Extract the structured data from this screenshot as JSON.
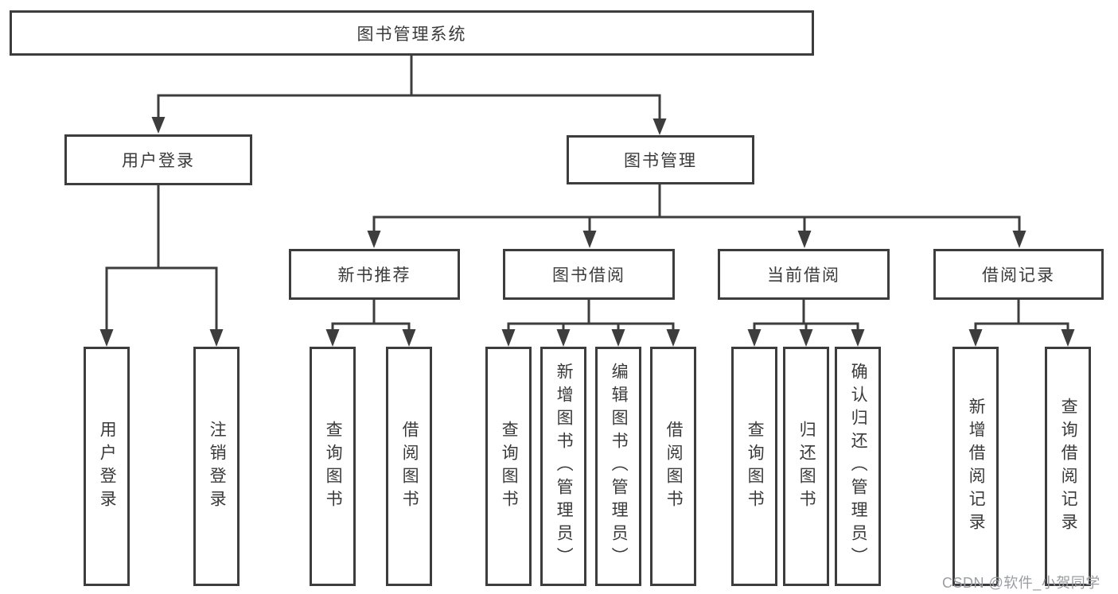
{
  "colors": {
    "line": "#3d3d3d",
    "text": "#3a3a3a",
    "box_background": "#ffffff",
    "page_background": "#ffffff",
    "watermark": "#9a9da2"
  },
  "watermark": "CSDN @软件_小贺同学",
  "tree": {
    "root": "图书管理系统",
    "children": [
      {
        "label": "用户登录",
        "children": [
          "用户登录",
          "注销登录"
        ]
      },
      {
        "label": "图书管理",
        "children": [
          {
            "label": "新书推荐",
            "children": [
              "查询图书",
              "借阅图书"
            ]
          },
          {
            "label": "图书借阅",
            "children": [
              "查询图书",
              "新增图书（管理员）",
              "编辑图书（管理员）",
              "借阅图书"
            ]
          },
          {
            "label": "当前借阅",
            "children": [
              "查询图书",
              "归还图书",
              "确认归还（管理员）"
            ]
          },
          {
            "label": "借阅记录",
            "children": [
              "新增借阅记录",
              "查询借阅记录"
            ]
          }
        ]
      }
    ]
  }
}
